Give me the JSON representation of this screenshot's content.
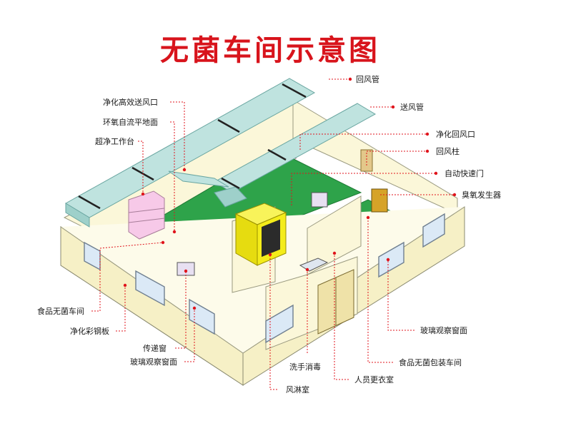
{
  "title": "无菌车间示意图",
  "labels": {
    "return_air_duct": "回风管",
    "supply_air_duct": "送风管",
    "hepa_outlet": "净化高效送风口",
    "epoxy_floor": "环氧自流平地面",
    "clean_bench": "超净工作台",
    "return_air_outlet": "净化回风口",
    "return_air_column": "回风柱",
    "auto_fast_door": "自动快速门",
    "ozone_generator": "臭氧发生器",
    "food_aseptic_workshop": "食品无菌车间",
    "purified_color_steel_panel": "净化彩钢板",
    "pass_box": "传递窗",
    "glass_window_left": "玻璃观察窗面",
    "glass_window_right": "玻璃观察窗面",
    "hand_wash": "洗手消毒",
    "air_shower": "风淋室",
    "changing_room": "人员更衣室",
    "food_packing_workshop": "食品无菌包装车间"
  },
  "colors": {
    "title": "#d8141c",
    "leader": "#e0141c",
    "floor": "#2ea34a",
    "wall": "#f6f0c6",
    "duct": "#bfe3df",
    "air_shower": "#f4ec1a"
  }
}
